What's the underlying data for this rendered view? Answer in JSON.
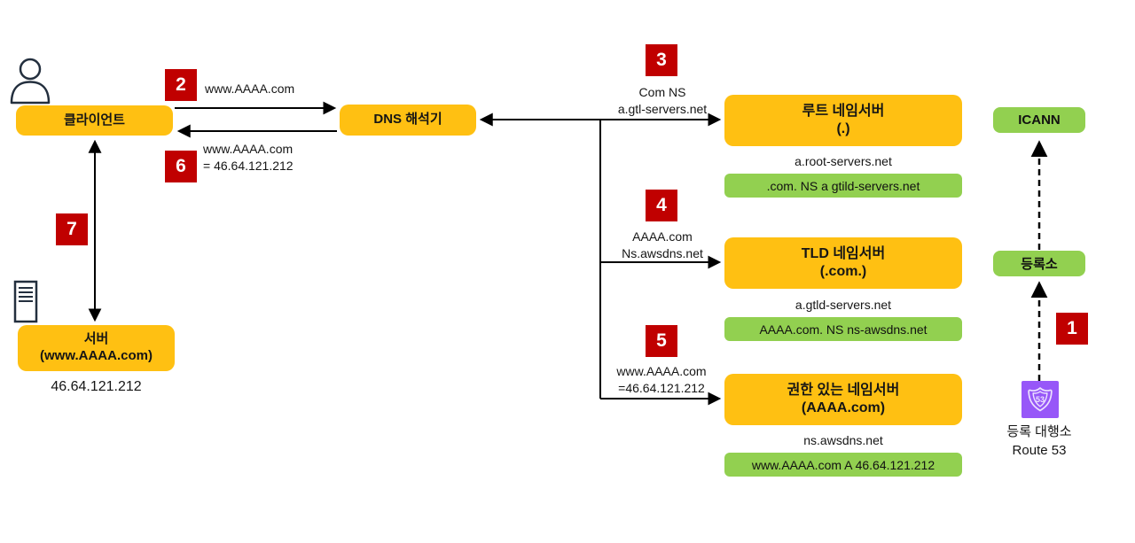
{
  "colors": {
    "node_orange": "#FFC012",
    "record_green": "#92D050",
    "step_red": "#C00000",
    "route53_purple": "#9757F8",
    "icon_navy": "#232F3E"
  },
  "nodes": {
    "client": {
      "label": "클라이언트"
    },
    "resolver": {
      "label": "DNS 해석기"
    },
    "server": {
      "title": "서버",
      "subtitle": "(www.AAAA.com)",
      "ip": "46.64.121.212"
    },
    "root_ns": {
      "title": "루트 네임서버",
      "subtitle": "(.)",
      "host": "a.root-servers.net",
      "record": ".com. NS a gtild-servers.net"
    },
    "tld_ns": {
      "title": "TLD 네임서버",
      "subtitle": "(.com.)",
      "host": "a.gtld-servers.net",
      "record": "AAAA.com. NS ns-awsdns.net"
    },
    "auth_ns": {
      "title": "권한 있는 네임서버",
      "subtitle": "(AAAA.com)",
      "host": "ns.awsdns.net",
      "record": "www.AAAA.com A 46.64.121.212"
    },
    "icann": {
      "label": "ICANN"
    },
    "registry": {
      "label": "등록소"
    },
    "registrar": {
      "title": "등록 대행소",
      "subtitle": "Route 53",
      "badge": "53"
    }
  },
  "steps": {
    "step1": "1",
    "step2": "2",
    "step3": "3",
    "step4": "4",
    "step5": "5",
    "step6": "6",
    "step7": "7"
  },
  "edge_labels": {
    "query_client": "www.AAAA.com",
    "answer_client_line1": "www.AAAA.com",
    "answer_client_line2": "= 46.64.121.212",
    "root_response_line1": "Com NS",
    "root_response_line2": "a.gtl-servers.net",
    "tld_query_line1": "AAAA.com",
    "tld_query_line2": "Ns.awsdns.net",
    "auth_response_line1": "www.AAAA.com",
    "auth_response_line2": "=46.64.121.212"
  }
}
